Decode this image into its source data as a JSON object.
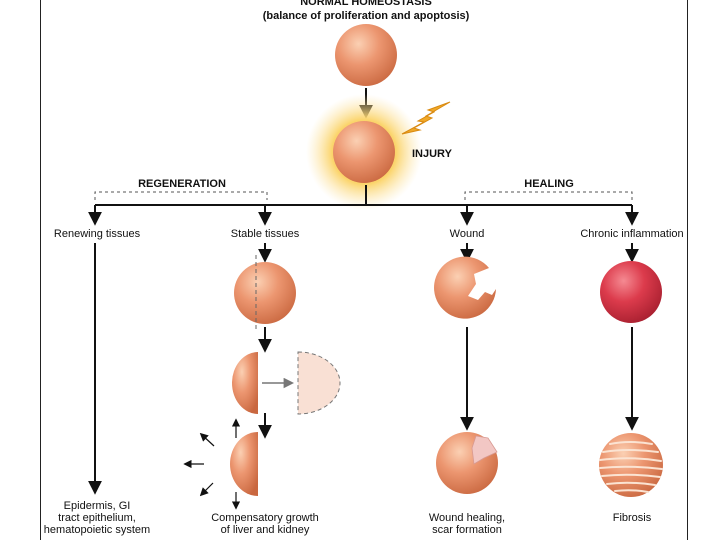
{
  "title": {
    "line1": "NORMAL HOMEOSTASIS",
    "line2": "(balance of proliferation and apoptosis)"
  },
  "labels": {
    "injury": "INJURY",
    "regeneration": "REGENERATION",
    "healing": "HEALING"
  },
  "branches": [
    {
      "label": "Renewing tissues",
      "outcome": [
        "Epidermis, GI",
        "tract epithelium,",
        "hematopoietic system"
      ]
    },
    {
      "label": "Stable tissues",
      "outcome": [
        "Compensatory growth",
        "of liver and kidney"
      ]
    },
    {
      "label": "Wound",
      "outcome": [
        "Wound healing,",
        "scar formation"
      ]
    },
    {
      "label": "Chronic inflammation",
      "outcome": [
        "Fibrosis"
      ]
    }
  ],
  "colors": {
    "cell": "#e9906b",
    "cell_highlight": "#f8c8a8",
    "inflamed_cell": "#d9394a",
    "bolt": "#f0a828",
    "glow": "#fbd46a",
    "dashed_half": "#f9e0d4"
  }
}
